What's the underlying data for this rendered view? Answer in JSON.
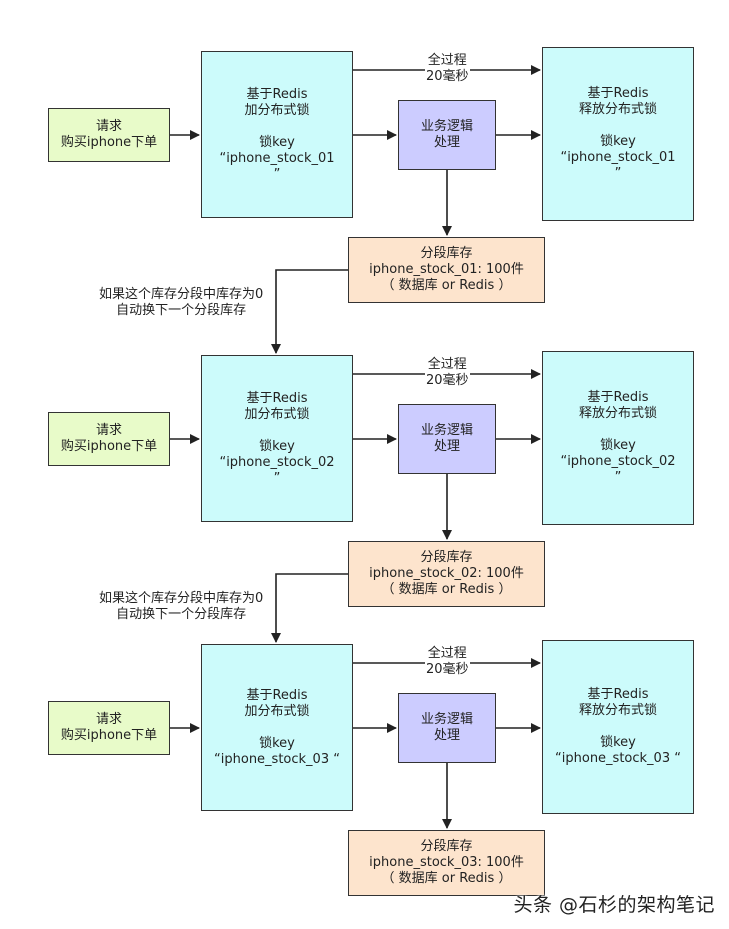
{
  "blocks": [
    {
      "request": [
        "请求",
        "购买iphone下单"
      ],
      "acquire": [
        "基于Redis",
        "加分布式锁",
        "",
        "锁key",
        "“iphone_stock_01",
        "”"
      ],
      "process": [
        "业务逻辑",
        "处理"
      ],
      "release": [
        "基于Redis",
        "释放分布式锁",
        "",
        "锁key",
        "“iphone_stock_01",
        "”"
      ],
      "timing": [
        "全过程",
        "20毫秒"
      ],
      "stock": [
        "分段库存",
        "iphone_stock_01: 100件",
        "（ 数据库 or Redis ）"
      ]
    },
    {
      "request": [
        "请求",
        "购买iphone下单"
      ],
      "acquire": [
        "基于Redis",
        "加分布式锁",
        "",
        "锁key",
        "“iphone_stock_02",
        "”"
      ],
      "process": [
        "业务逻辑",
        "处理"
      ],
      "release": [
        "基于Redis",
        "释放分布式锁",
        "",
        "锁key",
        "“iphone_stock_02",
        "”"
      ],
      "timing": [
        "全过程",
        "20毫秒"
      ],
      "stock": [
        "分段库存",
        "iphone_stock_02: 100件",
        "（ 数据库 or Redis ）"
      ]
    },
    {
      "request": [
        "请求",
        "购买iphone下单"
      ],
      "acquire": [
        "基于Redis",
        "加分布式锁",
        "",
        "锁key",
        "“iphone_stock_03 “"
      ],
      "process": [
        "业务逻辑",
        "处理"
      ],
      "release": [
        "基于Redis",
        "释放分布式锁",
        "",
        "锁key",
        "“iphone_stock_03 “"
      ],
      "timing": [
        "全过程",
        "20毫秒"
      ],
      "stock": [
        "分段库存",
        "iphone_stock_03: 100件",
        "（ 数据库 or Redis ）"
      ]
    }
  ],
  "switch_note": [
    "如果这个库存分段中库存为0",
    "自动换下一个分段库存"
  ],
  "watermark": "头条 @石杉的架构笔记"
}
